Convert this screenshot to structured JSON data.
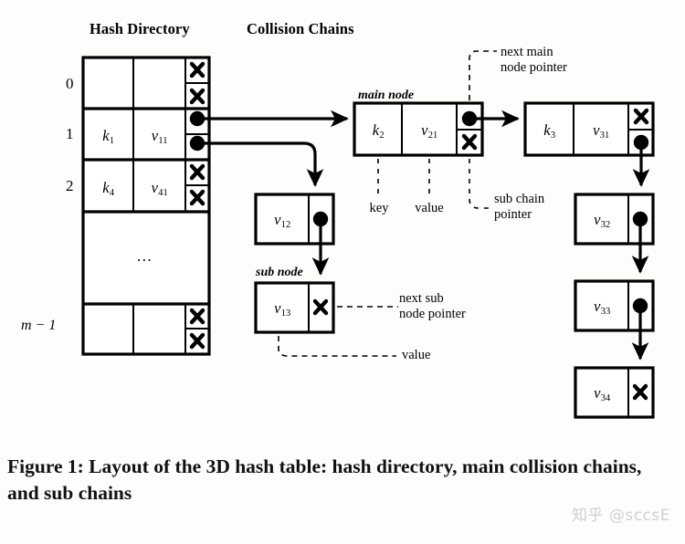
{
  "figure": {
    "headers": {
      "hash_directory": "Hash Directory",
      "collision_chains": "Collision Chains"
    },
    "caption": "Figure 1: Layout of the 3D hash table: hash directory, main collision chains, and sub chains",
    "watermark": "知乎 @sccsE"
  },
  "directory": {
    "row_labels": [
      "0",
      "1",
      "2",
      "m − 1"
    ],
    "ellipsis": "...",
    "rows": [
      {
        "index": "0",
        "key": "",
        "key_sub": "",
        "value": "",
        "value_sub": "",
        "top_pointer": "null",
        "bottom_pointer": "null"
      },
      {
        "index": "1",
        "key": "k",
        "key_sub": "1",
        "value": "v",
        "value_sub": "11",
        "top_pointer": "set",
        "bottom_pointer": "set"
      },
      {
        "index": "2",
        "key": "k",
        "key_sub": "4",
        "value": "v",
        "value_sub": "41",
        "top_pointer": "null",
        "bottom_pointer": "null"
      },
      {
        "index": "m − 1",
        "key": "",
        "key_sub": "",
        "value": "",
        "value_sub": "",
        "top_pointer": "null",
        "bottom_pointer": "null"
      }
    ]
  },
  "main_chain": {
    "label": "main node",
    "nodes": [
      {
        "key": "k",
        "key_sub": "2",
        "value": "v",
        "value_sub": "21",
        "next_main_pointer": "set",
        "sub_chain_pointer": "null"
      },
      {
        "key": "k",
        "key_sub": "3",
        "value": "v",
        "value_sub": "31",
        "next_main_pointer": "null",
        "sub_chain_pointer": "set"
      }
    ]
  },
  "sub_chain_left": {
    "label": "sub node",
    "nodes": [
      {
        "value": "v",
        "value_sub": "12",
        "next_sub_pointer": "set"
      },
      {
        "value": "v",
        "value_sub": "13",
        "next_sub_pointer": "null"
      }
    ]
  },
  "sub_chain_right": {
    "nodes": [
      {
        "value": "v",
        "value_sub": "32",
        "next_sub_pointer": "set"
      },
      {
        "value": "v",
        "value_sub": "33",
        "next_sub_pointer": "set"
      },
      {
        "value": "v",
        "value_sub": "34",
        "next_sub_pointer": "null"
      }
    ]
  },
  "annotations": {
    "next_main_node_pointer": "next main\nnode pointer",
    "next_main_node_pointer_l1": "next main",
    "next_main_node_pointer_l2": "node pointer",
    "key": "key",
    "value": "value",
    "sub_chain_pointer_l1": "sub chain",
    "sub_chain_pointer_l2": "pointer",
    "next_sub_node_pointer_l1": "next sub",
    "next_sub_node_pointer_l2": "node pointer",
    "value_sub": "value"
  },
  "colors": {
    "stroke": "#000000",
    "background": "#fdfdfc",
    "watermark": "#cfcfcf"
  },
  "legend_symbols": {
    "null_pointer": "✗",
    "set_pointer": "●"
  }
}
